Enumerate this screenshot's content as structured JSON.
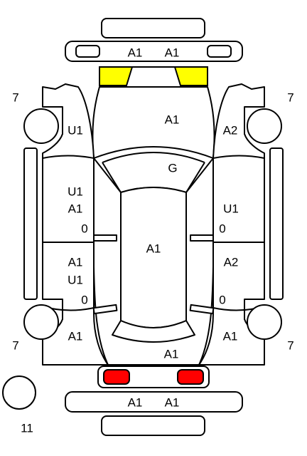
{
  "colors": {
    "line": "#000000",
    "background": "#ffffff",
    "headlight": "#ffff00",
    "taillight": "#ff0000"
  },
  "labels": {
    "front_bumper_left": "A1",
    "front_bumper_right": "A1",
    "hood": "A1",
    "windshield": "G",
    "roof": "A1",
    "rear_panel": "A1",
    "rear_bumper_left": "A1",
    "rear_bumper_right": "A1",
    "left_front_fender": "U1",
    "right_front_fender": "A2",
    "left_front_door_1": "U1",
    "left_front_door_2": "A1",
    "left_front_door_3": "0",
    "right_front_door_1": "U1",
    "right_front_door_2": "0",
    "left_rear_door_1": "A1",
    "left_rear_door_2": "U1",
    "left_rear_door_3": "0",
    "right_rear_door_1": "A2",
    "right_rear_door_2": "0",
    "left_rear_fender": "A1",
    "right_rear_fender": "A1",
    "wheel_front_left": "7",
    "wheel_front_right": "7",
    "wheel_rear_left": "7",
    "wheel_rear_right": "7",
    "spare_tire": "11"
  }
}
